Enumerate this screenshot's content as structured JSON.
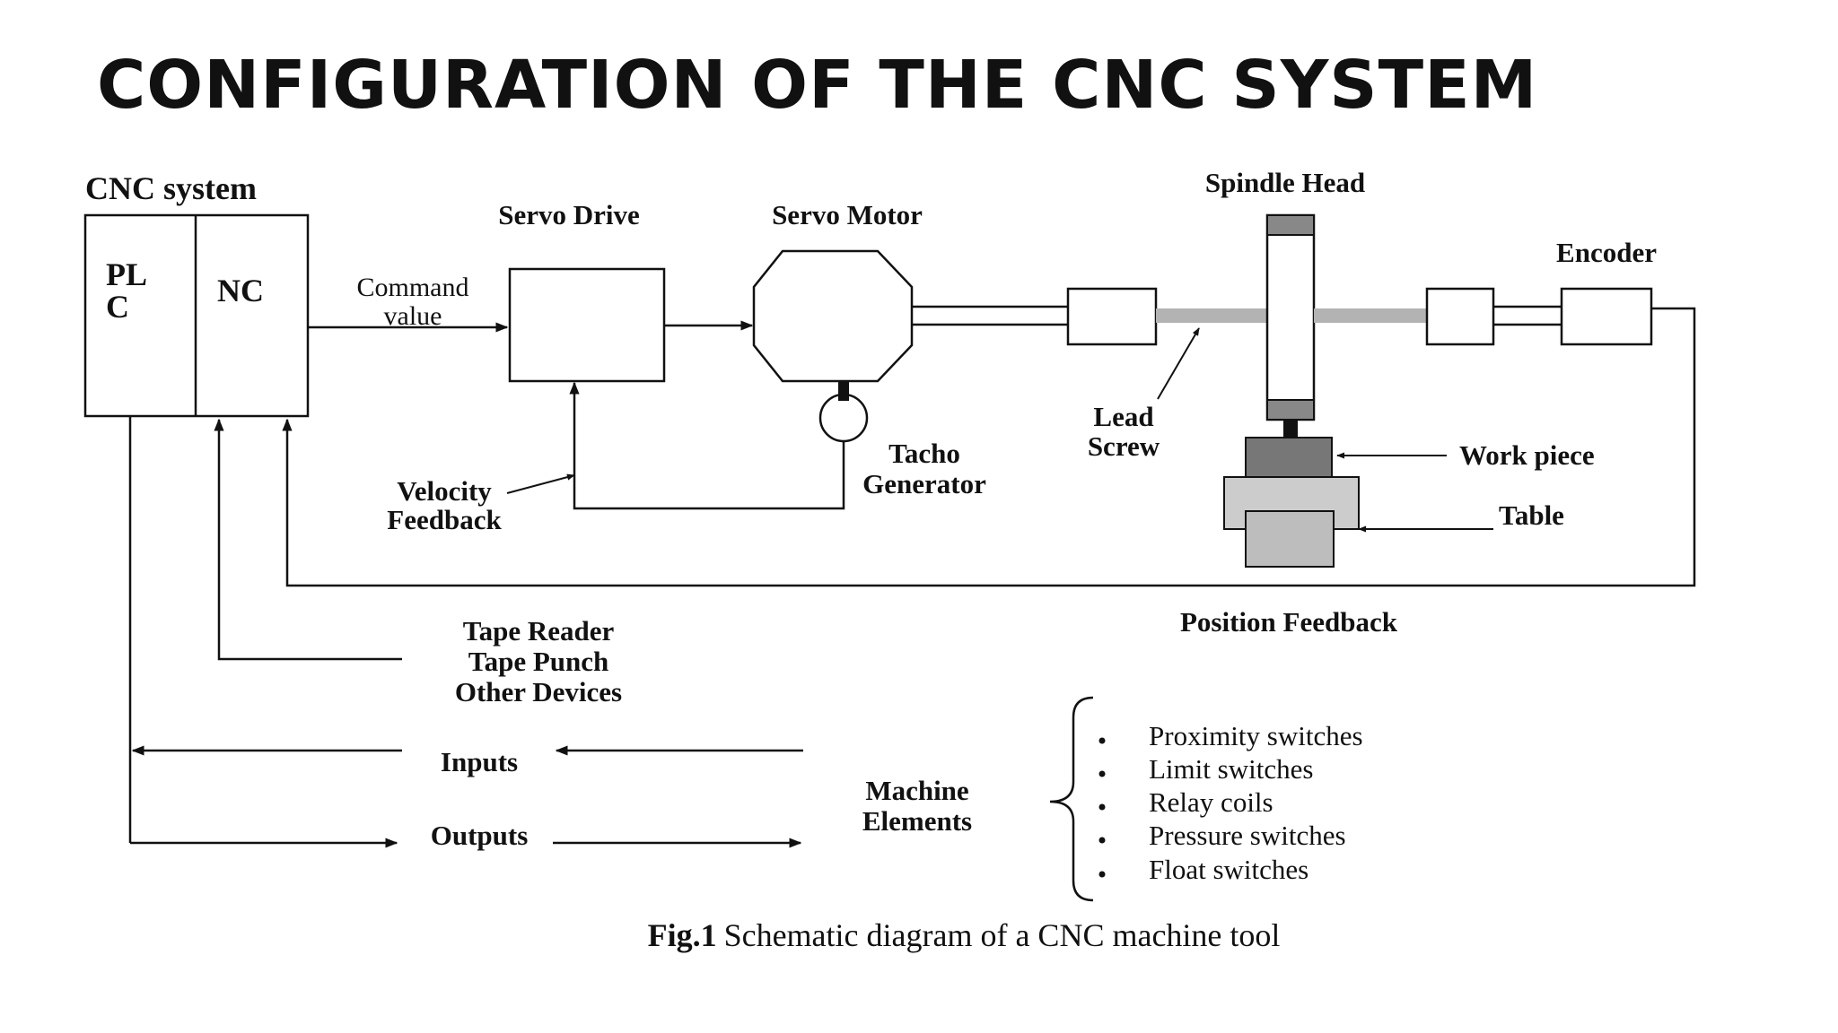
{
  "title": "CONFIGURATION OF THE CNC SYSTEM",
  "diagram": {
    "cnc_system": "CNC system",
    "plc": [
      "PL",
      "C"
    ],
    "nc": "NC",
    "command_value": [
      "Command",
      "value"
    ],
    "servo_drive": "Servo Drive",
    "servo_motor": "Servo Motor",
    "spindle_head": "Spindle Head",
    "encoder": "Encoder",
    "lead_screw": [
      "Lead",
      "Screw"
    ],
    "tacho_generator": [
      "Tacho",
      "Generator"
    ],
    "velocity_feedback": [
      "Velocity",
      "Feedback"
    ],
    "work_piece": "Work piece",
    "table": "Table",
    "position_feedback": "Position Feedback",
    "devices": [
      "Tape Reader",
      "Tape Punch",
      "Other Devices"
    ],
    "inputs": "Inputs",
    "outputs": "Outputs",
    "machine_elements": [
      "Machine",
      "Elements"
    ],
    "machine_items": [
      "Proximity switches",
      "Limit switches",
      "Relay coils",
      "Pressure switches",
      "Float switches"
    ],
    "caption_bold": "Fig.1",
    "caption": "Schematic diagram of a CNC machine tool"
  }
}
